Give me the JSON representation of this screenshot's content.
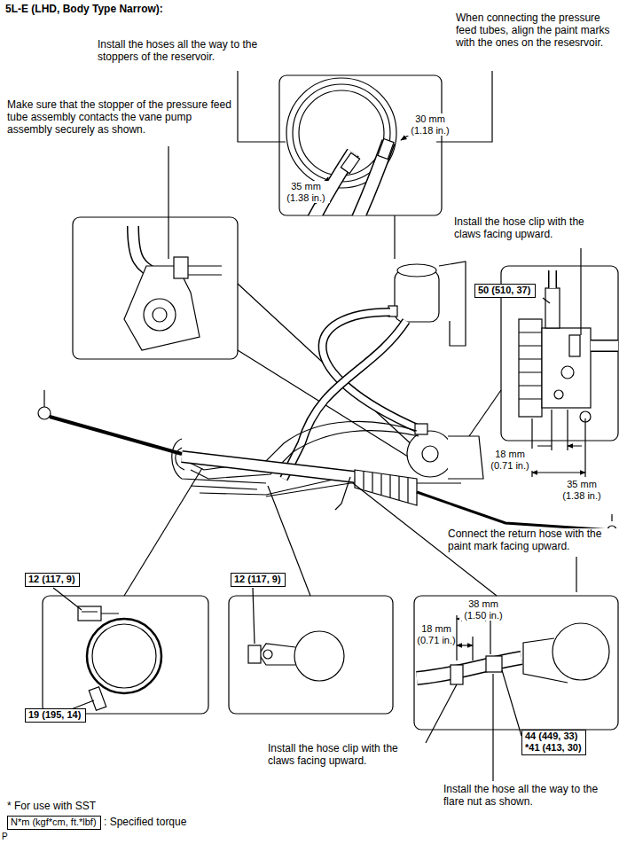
{
  "diagram": {
    "title": "5L-E (LHD, Body Type Narrow):",
    "nodes": [
      {
        "text": [
          "50 (510, 37)"
        ]
      },
      {
        "text": [
          "12 (117, 9)"
        ]
      },
      {
        "text": [
          "12 (117, 9)"
        ]
      },
      {
        "text": [
          "19 (195, 14)"
        ]
      },
      {
        "text": [
          "44 (449, 33)",
          "*41 (413, 30)"
        ]
      },
      {
        "text": [
          "N*m (kgf*cm, ft.*lbf)"
        ]
      }
    ],
    "labels": [
      "Install the hoses all the way to the stoppers of the reservoir.",
      "When connecting the pressure feed tubes, align the paint marks with the ones on the resesrvoir.",
      "Make sure that the stopper of the pressure feed tube assembly contacts the vane pump assembly securely as shown.",
      "30 mm (1.18 in.)",
      "35 mm (1.38 in.)",
      "Install the hose clip with the claws facing upward.",
      "18 mm (0.71 in.)",
      "35 mm (1.38 in.)",
      "Connect the return hose with the paint mark facing upward.",
      "38 mm (1.50 in.)",
      "18 mm (0.71 in.)",
      "Install the hose clip with the claws facing upward.",
      "Install the hose all the way to the flare nut as shown.",
      "* For use with SST",
      ": Specified torque",
      "P"
    ]
  }
}
